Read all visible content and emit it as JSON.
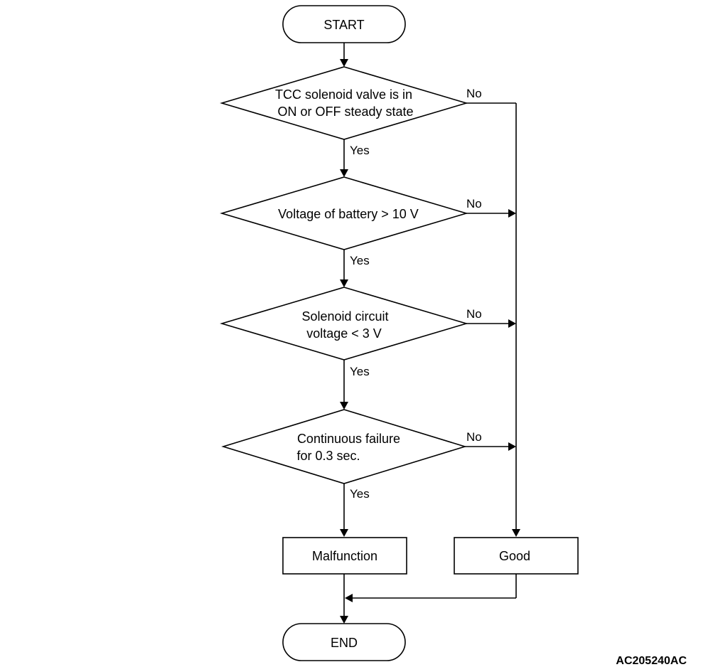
{
  "start": "START",
  "end": "END",
  "decisions": [
    {
      "lines": [
        "TCC solenoid valve is in",
        "ON or OFF steady state"
      ],
      "yes": "Yes",
      "no": "No"
    },
    {
      "lines": [
        "Voltage of battery > 10 V"
      ],
      "yes": "Yes",
      "no": "No"
    },
    {
      "lines": [
        "Solenoid circuit",
        "voltage < 3 V"
      ],
      "yes": "Yes",
      "no": "No"
    },
    {
      "lines": [
        "Continuous failure",
        "for 0.3 sec."
      ],
      "yes": "Yes",
      "no": "No"
    }
  ],
  "outcomes": {
    "malfunction": "Malfunction",
    "good": "Good"
  },
  "figure_code": "AC205240AC"
}
